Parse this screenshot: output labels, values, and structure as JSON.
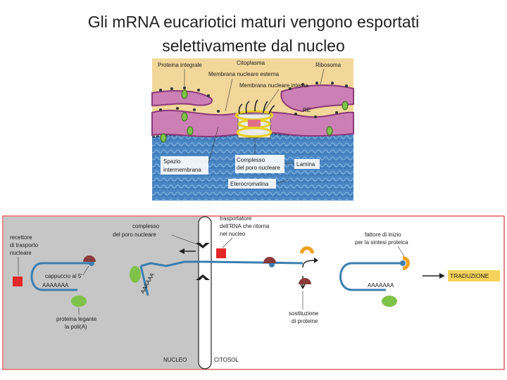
{
  "title": {
    "line1": "Gli mRNA eucariotici maturi vengono esportati",
    "line2": "selettivamente dal nucleo"
  },
  "figure_top": {
    "labels": {
      "proteina_integrale": "Proteina integrale",
      "citoplasma": "Citoplasma",
      "ribosoma": "Ribosoma",
      "membrana_esterna": "Membrana nucleare esterna",
      "membrana_interna": "Membrana nucleare interna",
      "re": "RE",
      "spazio_line1": "Spazio",
      "spazio_line2": "intermembrana",
      "complesso_line1": "Complesso",
      "complesso_line2": "del poro nucleare",
      "lamina": "Lamina",
      "eterocromatina": "Eterocromatina"
    }
  },
  "figure_bottom": {
    "labels": {
      "recettore_1": "recettore",
      "recettore_2": "di trasporto",
      "recettore_3": "nucleare",
      "complesso_1": "complesso",
      "complesso_2": "del poro nucleare",
      "trasportatore_1": "trasportatore",
      "trasportatore_2": "dell'RNA che ritorna",
      "trasportatore_3": "nel nucleo",
      "fattore_1": "fattore di inizio",
      "fattore_2": "per la sintesi proteica",
      "cappuccio": "cappuccio al 5'",
      "polyA_left": "AAAAAAA",
      "polyA_pore": "AAAAAA",
      "polyA_right": "AAAAAAA",
      "proteina_legante_1": "proteina legante",
      "proteina_legante_2": "la poli(A)",
      "sostituzione_1": "sostituzione",
      "sostituzione_2": "di proteine",
      "traduzione": "TRADUZIONE",
      "nucleo": "NUCLEO",
      "citosol": "CITOSOL"
    }
  },
  "colors": {
    "nucleus_bg": "#c6c6c6",
    "mrna": "#3a7fb0",
    "receptor": "#e32626",
    "cap_binder": "#8a3a3a",
    "polyA_protein": "#7fc24a",
    "init_factor": "#f0a020",
    "translation_box": "#f6d35a",
    "membrane_pink": "#cc7fb4",
    "nucleoplasm_blue": "#4a87c4"
  }
}
